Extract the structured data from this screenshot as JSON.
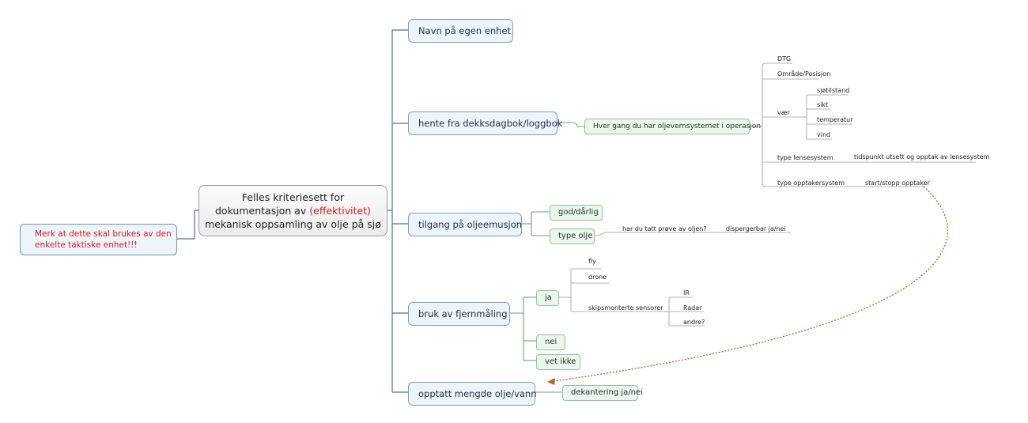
{
  "root": {
    "line1": "Felles kriteriesett for",
    "line2_pre": "dokumentasjon av ",
    "line2_red": "(effektivitet)",
    "line3": "mekanisk oppsamling av olje på sjø"
  },
  "note": {
    "line1": "Merk at dette skal brukes av den",
    "line2": "enkelte taktiske enhet!!!"
  },
  "branches": {
    "navn": "Navn på egen enhet",
    "hente": "hente fra dekksdagbok/loggbok",
    "tilgang": "tilgang på oljeemusjon",
    "bruk": "bruk av fjernmåling",
    "opptatt": "opptatt mengde olje/vann"
  },
  "hente_child": "Hver gang du har oljevernsystemet i operasjon",
  "log_items": {
    "dtg": "DTG",
    "omrade": "Område/Posisjon",
    "vaer": "vær",
    "vaer_items": [
      "sjøtilstand",
      "sikt",
      "temperatur",
      "vind"
    ],
    "type_lense": "type lensesystem",
    "tidspunkt": "tidspunkt utsett og opptak av lensesystem",
    "type_opptaker": "type opptakersystem",
    "start_stopp": "start/stopp opptaker"
  },
  "tilgang_children": {
    "god": "god/dårlig",
    "type_olje": "type olje",
    "provd": "har du tatt prøve av oljen?",
    "disp": "dispergerbar ja/nei"
  },
  "bruk_children": {
    "ja": "ja",
    "nei": "nei",
    "vet_ikke": "vet ikke",
    "fly": "fly",
    "drone": "drone",
    "skip": "skipsmonterte sensorer",
    "sensors": [
      "IR",
      "Radar",
      "andre?"
    ]
  },
  "opptatt_child": "dekantering ja/nei",
  "colors": {
    "line": "#4a6fa5",
    "green_line": "#6fa07f",
    "gray_line": "#999999",
    "dotted": "#b5651d",
    "red_text": "#d02020"
  }
}
